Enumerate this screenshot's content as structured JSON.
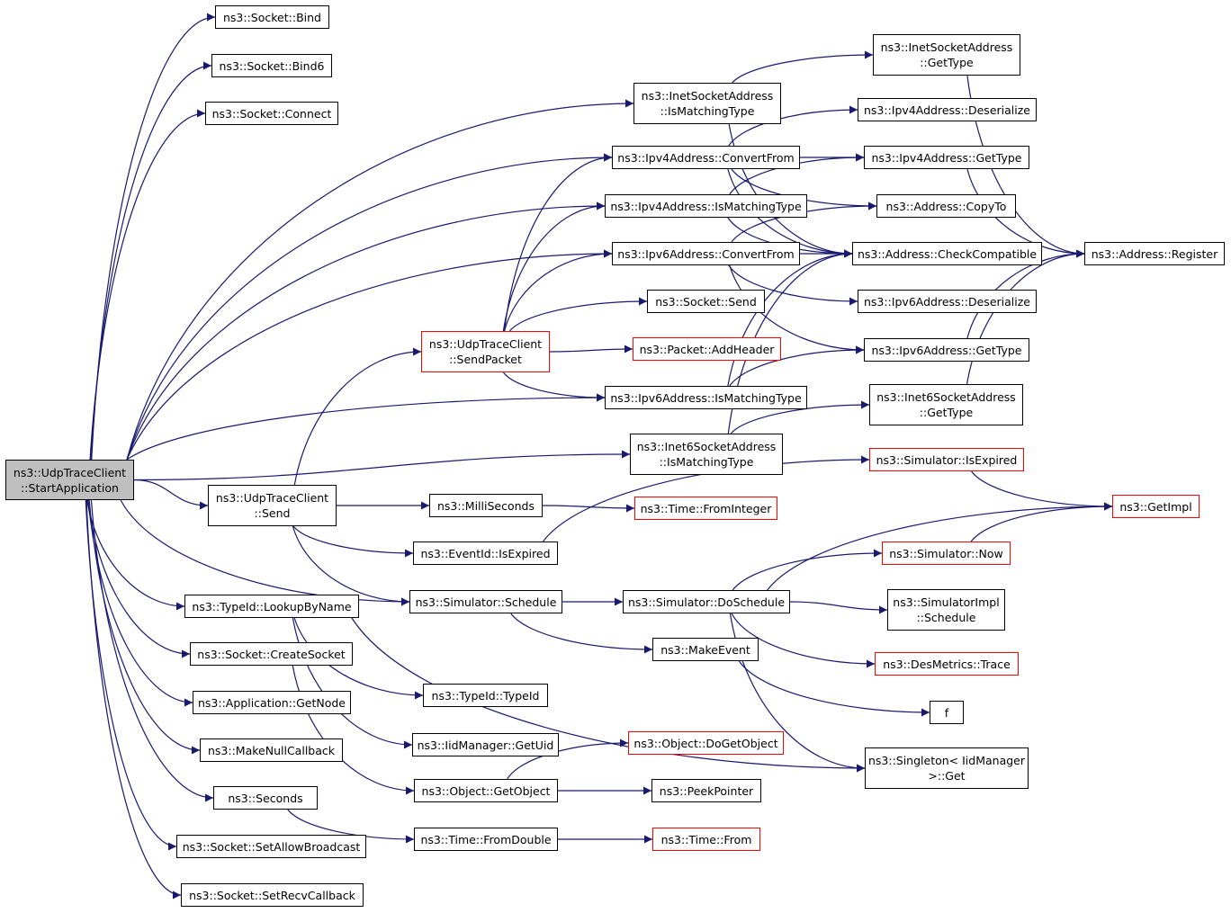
{
  "colors": {
    "edge": "#191970",
    "node_border": "#000000",
    "external_border": "#ff0000",
    "root_fill": "#bfbfbf"
  },
  "nodes": [
    {
      "id": "start",
      "lines": [
        "ns3::UdpTraceClient",
        "::StartApplication"
      ],
      "style": "root"
    },
    {
      "id": "bind",
      "lines": [
        "ns3::Socket::Bind"
      ],
      "style": "normal"
    },
    {
      "id": "bind6",
      "lines": [
        "ns3::Socket::Bind6"
      ],
      "style": "normal"
    },
    {
      "id": "connect",
      "lines": [
        "ns3::Socket::Connect"
      ],
      "style": "normal"
    },
    {
      "id": "inet_ismatch",
      "lines": [
        "ns3::InetSocketAddress",
        "::IsMatchingType"
      ],
      "style": "normal"
    },
    {
      "id": "ipv4_convert",
      "lines": [
        "ns3::Ipv4Address::ConvertFrom"
      ],
      "style": "normal"
    },
    {
      "id": "ipv4_ismatch",
      "lines": [
        "ns3::Ipv4Address::IsMatchingType"
      ],
      "style": "normal"
    },
    {
      "id": "ipv6_convert",
      "lines": [
        "ns3::Ipv6Address::ConvertFrom"
      ],
      "style": "normal"
    },
    {
      "id": "sock_send",
      "lines": [
        "ns3::Socket::Send"
      ],
      "style": "normal"
    },
    {
      "id": "sendpacket",
      "lines": [
        "ns3::UdpTraceClient",
        "::SendPacket"
      ],
      "style": "external"
    },
    {
      "id": "addheader",
      "lines": [
        "ns3::Packet::AddHeader"
      ],
      "style": "external"
    },
    {
      "id": "ipv6_ismatch",
      "lines": [
        "ns3::Ipv6Address::IsMatchingType"
      ],
      "style": "normal"
    },
    {
      "id": "inet6_ismatch",
      "lines": [
        "ns3::Inet6SocketAddress",
        "::IsMatchingType"
      ],
      "style": "normal"
    },
    {
      "id": "udp_send",
      "lines": [
        "ns3::UdpTraceClient",
        "::Send"
      ],
      "style": "normal"
    },
    {
      "id": "millis",
      "lines": [
        "ns3::MilliSeconds"
      ],
      "style": "normal"
    },
    {
      "id": "fromint",
      "lines": [
        "ns3::Time::FromInteger"
      ],
      "style": "external"
    },
    {
      "id": "isexpired_ev",
      "lines": [
        "ns3::EventId::IsExpired"
      ],
      "style": "normal"
    },
    {
      "id": "schedule",
      "lines": [
        "ns3::Simulator::Schedule"
      ],
      "style": "normal"
    },
    {
      "id": "doschedule",
      "lines": [
        "ns3::Simulator::DoSchedule"
      ],
      "style": "normal"
    },
    {
      "id": "makeevent",
      "lines": [
        "ns3::MakeEvent"
      ],
      "style": "normal"
    },
    {
      "id": "lookup",
      "lines": [
        "ns3::TypeId::LookupByName"
      ],
      "style": "normal"
    },
    {
      "id": "createsocket",
      "lines": [
        "ns3::Socket::CreateSocket"
      ],
      "style": "normal"
    },
    {
      "id": "getnode",
      "lines": [
        "ns3::Application::GetNode"
      ],
      "style": "normal"
    },
    {
      "id": "makenull",
      "lines": [
        "ns3::MakeNullCallback"
      ],
      "style": "normal"
    },
    {
      "id": "seconds",
      "lines": [
        "ns3::Seconds"
      ],
      "style": "normal"
    },
    {
      "id": "setbroadcast",
      "lines": [
        "ns3::Socket::SetAllowBroadcast"
      ],
      "style": "normal"
    },
    {
      "id": "setrecv",
      "lines": [
        "ns3::Socket::SetRecvCallback"
      ],
      "style": "normal"
    },
    {
      "id": "typeid",
      "lines": [
        "ns3::TypeId::TypeId"
      ],
      "style": "normal"
    },
    {
      "id": "getuid",
      "lines": [
        "ns3::IidManager::GetUid"
      ],
      "style": "normal"
    },
    {
      "id": "getobject",
      "lines": [
        "ns3::Object::GetObject"
      ],
      "style": "normal"
    },
    {
      "id": "dogetobject",
      "lines": [
        "ns3::Object::DoGetObject"
      ],
      "style": "external"
    },
    {
      "id": "peekpointer",
      "lines": [
        "ns3::PeekPointer"
      ],
      "style": "normal"
    },
    {
      "id": "fromdouble",
      "lines": [
        "ns3::Time::FromDouble"
      ],
      "style": "normal"
    },
    {
      "id": "timefrom",
      "lines": [
        "ns3::Time::From"
      ],
      "style": "external"
    },
    {
      "id": "inet_gettype",
      "lines": [
        "ns3::InetSocketAddress",
        "::GetType"
      ],
      "style": "normal"
    },
    {
      "id": "ipv4_deser",
      "lines": [
        "ns3::Ipv4Address::Deserialize"
      ],
      "style": "normal"
    },
    {
      "id": "ipv4_gettype",
      "lines": [
        "ns3::Ipv4Address::GetType"
      ],
      "style": "normal"
    },
    {
      "id": "copyto",
      "lines": [
        "ns3::Address::CopyTo"
      ],
      "style": "normal"
    },
    {
      "id": "checkcompat",
      "lines": [
        "ns3::Address::CheckCompatible"
      ],
      "style": "normal"
    },
    {
      "id": "ipv6_deser",
      "lines": [
        "ns3::Ipv6Address::Deserialize"
      ],
      "style": "normal"
    },
    {
      "id": "ipv6_gettype",
      "lines": [
        "ns3::Ipv6Address::GetType"
      ],
      "style": "normal"
    },
    {
      "id": "inet6_gettype",
      "lines": [
        "ns3::Inet6SocketAddress",
        "::GetType"
      ],
      "style": "normal"
    },
    {
      "id": "sim_isexpired",
      "lines": [
        "ns3::Simulator::IsExpired"
      ],
      "style": "external"
    },
    {
      "id": "sim_now",
      "lines": [
        "ns3::Simulator::Now"
      ],
      "style": "external"
    },
    {
      "id": "simimpl_sched",
      "lines": [
        "ns3::SimulatorImpl",
        "::Schedule"
      ],
      "style": "normal"
    },
    {
      "id": "desmetrics",
      "lines": [
        "ns3::DesMetrics::Trace"
      ],
      "style": "external"
    },
    {
      "id": "f",
      "lines": [
        "f"
      ],
      "style": "normal"
    },
    {
      "id": "singleton",
      "lines": [
        "ns3::Singleton< IidManager",
        " >::Get"
      ],
      "style": "normal"
    },
    {
      "id": "register",
      "lines": [
        "ns3::Address::Register"
      ],
      "style": "normal"
    },
    {
      "id": "getimpl",
      "lines": [
        "ns3::GetImpl"
      ],
      "style": "external"
    }
  ],
  "edges": [
    [
      "start",
      "bind"
    ],
    [
      "start",
      "bind6"
    ],
    [
      "start",
      "connect"
    ],
    [
      "start",
      "inet_ismatch"
    ],
    [
      "start",
      "ipv4_convert"
    ],
    [
      "start",
      "ipv4_ismatch"
    ],
    [
      "start",
      "ipv6_convert"
    ],
    [
      "start",
      "ipv6_ismatch"
    ],
    [
      "start",
      "inet6_ismatch"
    ],
    [
      "start",
      "udp_send"
    ],
    [
      "start",
      "schedule"
    ],
    [
      "start",
      "lookup"
    ],
    [
      "start",
      "createsocket"
    ],
    [
      "start",
      "getnode"
    ],
    [
      "start",
      "makenull"
    ],
    [
      "start",
      "seconds"
    ],
    [
      "start",
      "setbroadcast"
    ],
    [
      "start",
      "setrecv"
    ],
    [
      "udp_send",
      "sendpacket"
    ],
    [
      "udp_send",
      "millis"
    ],
    [
      "udp_send",
      "isexpired_ev"
    ],
    [
      "udp_send",
      "schedule"
    ],
    [
      "sendpacket",
      "ipv4_convert"
    ],
    [
      "sendpacket",
      "ipv4_ismatch"
    ],
    [
      "sendpacket",
      "ipv6_convert"
    ],
    [
      "sendpacket",
      "sock_send"
    ],
    [
      "sendpacket",
      "addheader"
    ],
    [
      "sendpacket",
      "ipv6_ismatch"
    ],
    [
      "inet_ismatch",
      "inet_gettype"
    ],
    [
      "inet_ismatch",
      "checkcompat"
    ],
    [
      "ipv4_convert",
      "ipv4_deser"
    ],
    [
      "ipv4_convert",
      "ipv4_gettype"
    ],
    [
      "ipv4_convert",
      "copyto"
    ],
    [
      "ipv4_convert",
      "checkcompat"
    ],
    [
      "ipv4_ismatch",
      "ipv4_gettype"
    ],
    [
      "ipv4_ismatch",
      "checkcompat"
    ],
    [
      "ipv6_convert",
      "copyto"
    ],
    [
      "ipv6_convert",
      "checkcompat"
    ],
    [
      "ipv6_convert",
      "ipv6_deser"
    ],
    [
      "ipv6_convert",
      "ipv6_gettype"
    ],
    [
      "ipv6_ismatch",
      "ipv6_gettype"
    ],
    [
      "ipv6_ismatch",
      "checkcompat"
    ],
    [
      "inet6_ismatch",
      "inet6_gettype"
    ],
    [
      "inet6_ismatch",
      "checkcompat"
    ],
    [
      "millis",
      "fromint"
    ],
    [
      "isexpired_ev",
      "sim_isexpired"
    ],
    [
      "schedule",
      "doschedule"
    ],
    [
      "schedule",
      "makeevent"
    ],
    [
      "doschedule",
      "getimpl"
    ],
    [
      "doschedule",
      "sim_now"
    ],
    [
      "doschedule",
      "simimpl_sched"
    ],
    [
      "doschedule",
      "desmetrics"
    ],
    [
      "doschedule",
      "singleton"
    ],
    [
      "makeevent",
      "f"
    ],
    [
      "lookup",
      "typeid"
    ],
    [
      "lookup",
      "getuid"
    ],
    [
      "lookup",
      "singleton"
    ],
    [
      "createsocket",
      "getobject"
    ],
    [
      "getobject",
      "dogetobject"
    ],
    [
      "getobject",
      "peekpointer"
    ],
    [
      "seconds",
      "fromdouble"
    ],
    [
      "fromdouble",
      "timefrom"
    ],
    [
      "inet_gettype",
      "register"
    ],
    [
      "ipv4_gettype",
      "register"
    ],
    [
      "ipv6_gettype",
      "register"
    ],
    [
      "inet6_gettype",
      "register"
    ],
    [
      "sim_isexpired",
      "getimpl"
    ],
    [
      "sim_now",
      "getimpl"
    ]
  ]
}
